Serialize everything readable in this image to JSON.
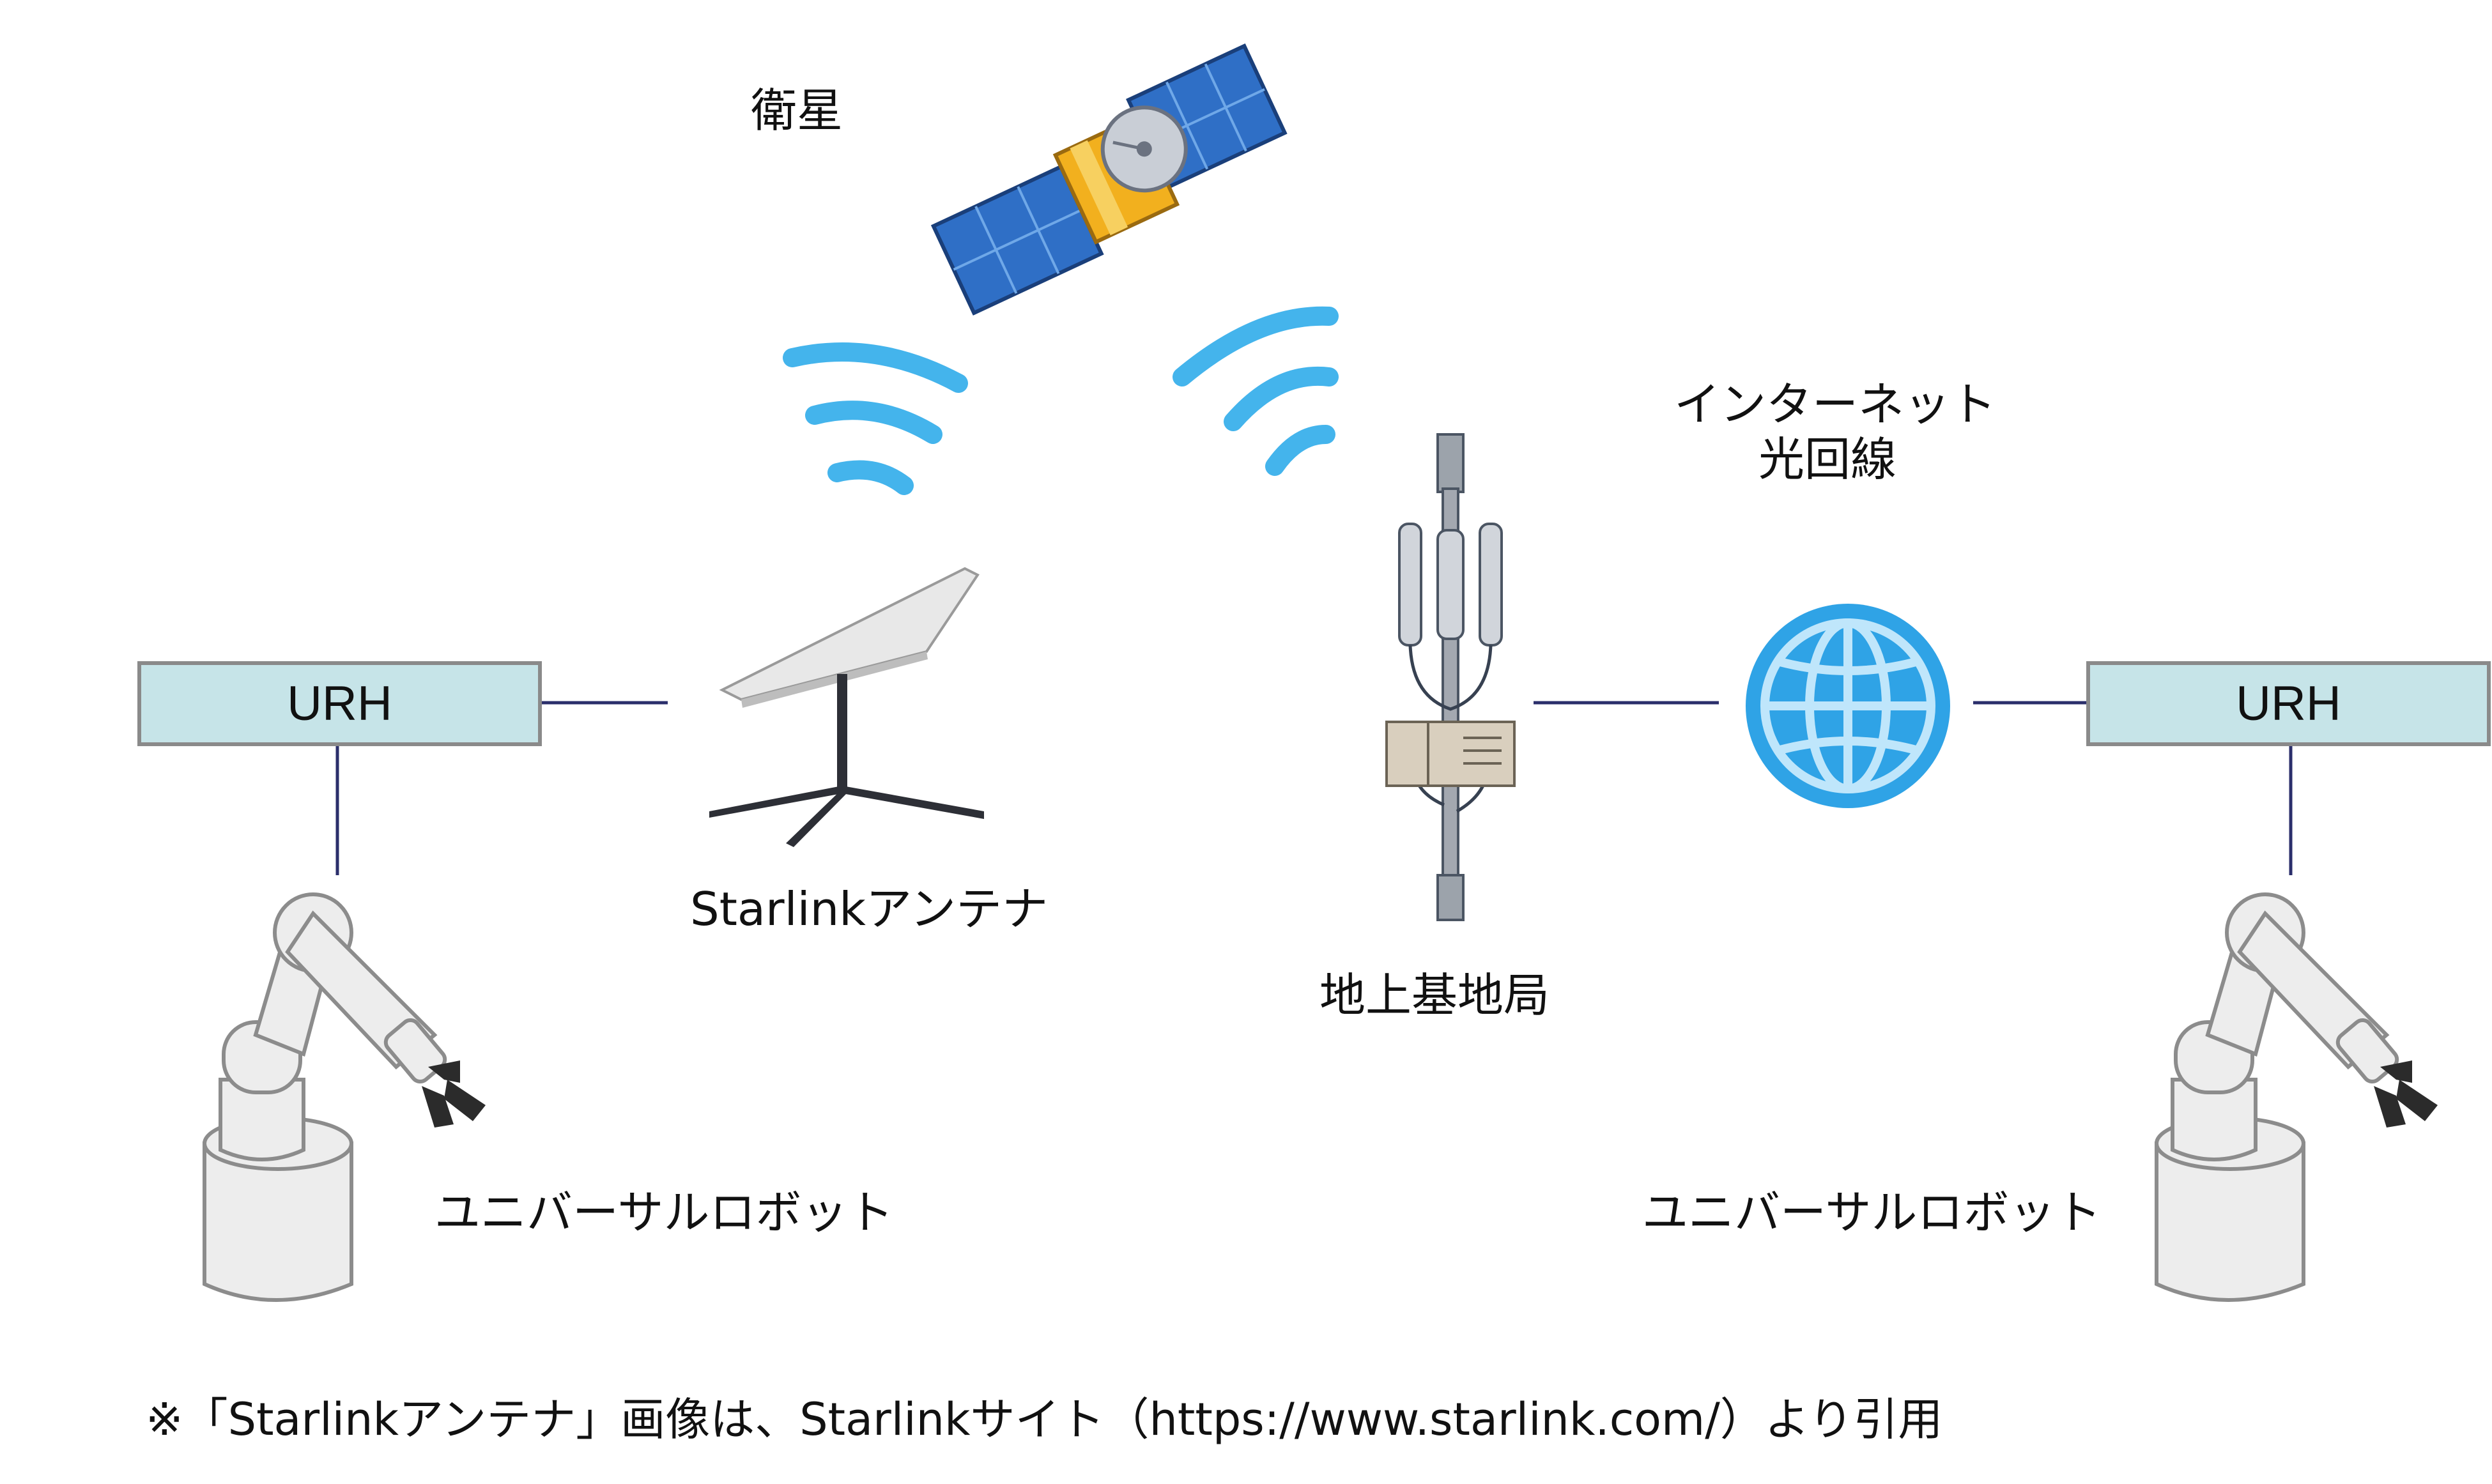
{
  "labels": {
    "satellite": "衛星",
    "starlink_antenna": "Starlinkアンテナ",
    "ground_station": "地上基地局",
    "internet_line_1": "インターネット",
    "internet_line_2": "光回線",
    "robot_left": "ユニバーサルロボット",
    "robot_right": "ユニバーサルロボット",
    "urh_left": "URH",
    "urh_right": "URH"
  },
  "footnote": "※「Starlinkアンテナ」画像は、Starlinkサイト（https://www.starlink.com/）より引用",
  "colors": {
    "urh_fill": "#c6e4e8",
    "connector_line": "#2b2f6b",
    "signal_waves": "#44b4ec",
    "globe": "#2fa3e6",
    "solar_panel": "#2f6fc6",
    "satellite_body": "#f2b01e"
  },
  "icons": {
    "satellite": "satellite-icon",
    "antenna": "starlink-antenna-icon",
    "tower": "cell-tower-icon",
    "globe": "globe-icon",
    "robot": "robot-arm-icon"
  }
}
